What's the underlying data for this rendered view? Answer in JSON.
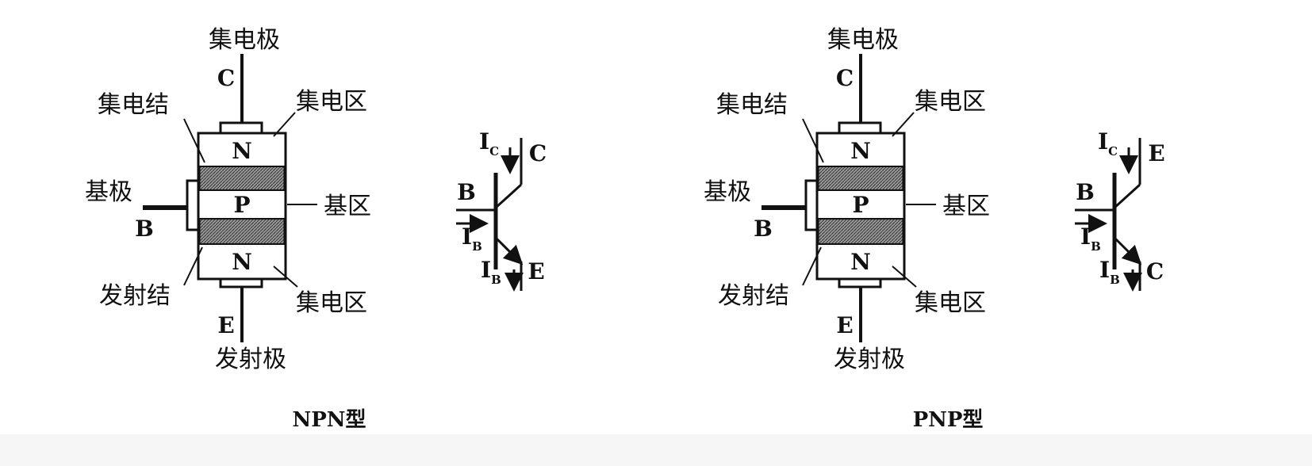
{
  "npn": {
    "collector_electrode": "集电极",
    "c_label": "C",
    "collector_junction": "集电结",
    "collector_region_top": "集电区",
    "top_layer": "N",
    "base_electrode": "基极",
    "b_label": "B",
    "middle_layer": "P",
    "base_region": "基区",
    "emitter_junction": "发射结",
    "collector_region_bottom": "集电区",
    "bottom_layer": "N",
    "e_label": "E",
    "emitter_electrode": "发射极",
    "title": "NPN型",
    "symbol": {
      "top_current": "I",
      "top_current_sub": "C",
      "top_terminal": "C",
      "base_terminal": "B",
      "base_current": "I",
      "base_current_sub": "B",
      "bottom_current": "I",
      "bottom_current_sub": "B",
      "bottom_terminal": "E"
    }
  },
  "pnp": {
    "collector_electrode": "集电极",
    "c_label": "C",
    "collector_junction": "集电结",
    "collector_region_top": "集电区",
    "top_layer": "N",
    "base_electrode": "基极",
    "b_label": "B",
    "middle_layer": "P",
    "base_region": "基区",
    "emitter_junction": "发射结",
    "collector_region_bottom": "集电区",
    "bottom_layer": "N",
    "e_label": "E",
    "emitter_electrode": "发射极",
    "title": "PNP型",
    "symbol": {
      "top_current": "I",
      "top_current_sub": "C",
      "top_terminal": "E",
      "base_terminal": "B",
      "base_current": "I",
      "base_current_sub": "B",
      "bottom_current": "I",
      "bottom_current_sub": "B",
      "bottom_terminal": "C"
    }
  }
}
